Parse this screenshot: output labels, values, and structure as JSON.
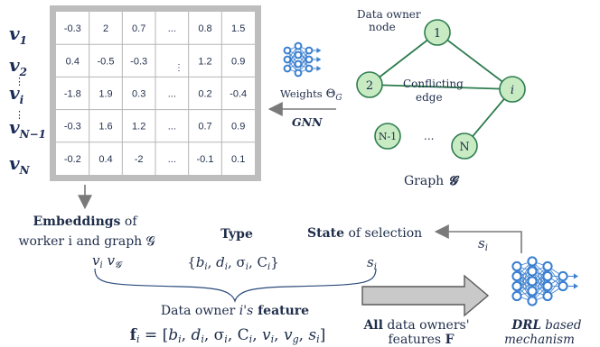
{
  "matrix": {
    "row_labels": [
      {
        "base": "v",
        "sub": "1"
      },
      {
        "base": "v",
        "sub": "2"
      },
      {
        "base": "v",
        "sub": "i"
      },
      {
        "base": "v",
        "sub": "N−1"
      },
      {
        "base": "v",
        "sub": "N"
      }
    ],
    "rows": [
      [
        "-0.3",
        "2",
        "0.7",
        "...",
        "0.8",
        "1.5"
      ],
      [
        "0.4",
        "-0.5",
        "-0.3",
        "",
        "1.2",
        "0.9"
      ],
      [
        "-1.8",
        "1.9",
        "0.3",
        "...",
        "0.2",
        "-0.4"
      ],
      [
        "-0.3",
        "1.6",
        "1.2",
        "...",
        "0.7",
        "0.9"
      ],
      [
        "-0.2",
        "0.4",
        "-2",
        "...",
        "-0.1",
        "0.1"
      ]
    ]
  },
  "gnn": {
    "weights_label": "Weights",
    "weights_symbol": "Θ",
    "weights_sub": "G",
    "gnn_label": "GNN"
  },
  "graph": {
    "data_owner_label_1": "Data owner",
    "data_owner_label_2": "node",
    "conflicting_label_1": "Conflicting",
    "conflicting_label_2": "edge",
    "nodes": [
      "1",
      "2",
      "i",
      "N-1",
      "N"
    ],
    "ellipsis": "...",
    "caption": "Graph",
    "caption_symbol": "𝓖",
    "node_fill": "#c8ebc3",
    "node_stroke": "#2e7d4f",
    "edge_color": "#2e7d4f"
  },
  "embeddings": {
    "title_bold": "Embeddings",
    "title_rest": " of",
    "line2": "worker i and graph 𝓖",
    "vars": "v_i v_𝓖"
  },
  "type": {
    "title": "Type",
    "vars": "{b_i, d_i, σ_i, C_i}"
  },
  "state": {
    "title_bold": "State",
    "title_rest": " of selection",
    "arrow_label": "s_i",
    "var": "s_i"
  },
  "feature": {
    "title_pre": "Data owner ",
    "title_italic": "i's",
    "title_bold": " feature",
    "formula": "f_i = [b_i, d_i, σ_i, C_i, v_i, v_g, s_i]"
  },
  "all_owners": {
    "bold": "All",
    "rest": " data owners'",
    "line2": "features F"
  },
  "drl": {
    "line1_bold": "DRL",
    "line1_italic": " based",
    "line2": "mechanism"
  },
  "colors": {
    "nn_blue": "#3a7fd0",
    "matrix_border": "#a9a9a9",
    "arrow_gray": "#c9c9c9"
  }
}
